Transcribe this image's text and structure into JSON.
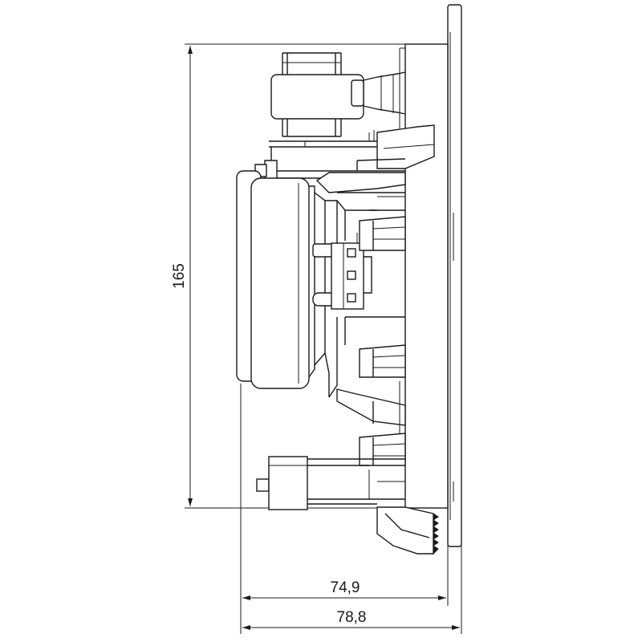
{
  "dimensions": {
    "height": "165",
    "depth_inner": "74,9",
    "depth_overall": "78,8"
  }
}
